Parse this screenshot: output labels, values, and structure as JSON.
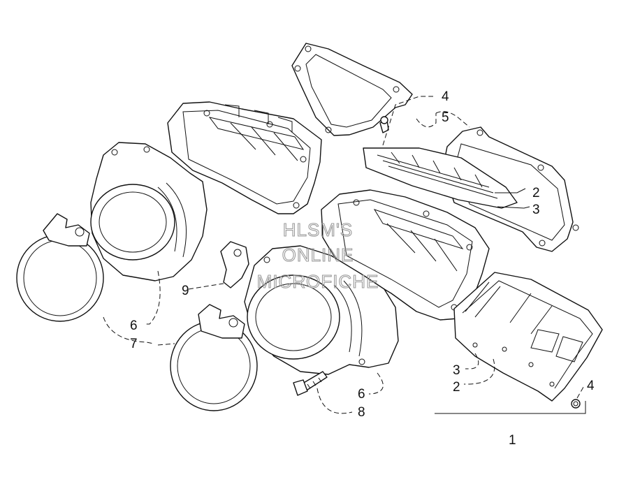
{
  "watermark": [
    "HLSM'S",
    "ONLINE",
    "MICROFICHE"
  ],
  "callouts": {
    "c1": "1",
    "c2a": "2",
    "c2b": "2",
    "c3a": "3",
    "c3b": "3",
    "c4a": "4",
    "c4b": "4",
    "c5": "5",
    "c6a": "6",
    "c6b": "6",
    "c7": "7",
    "c8": "8",
    "c9": "9"
  }
}
